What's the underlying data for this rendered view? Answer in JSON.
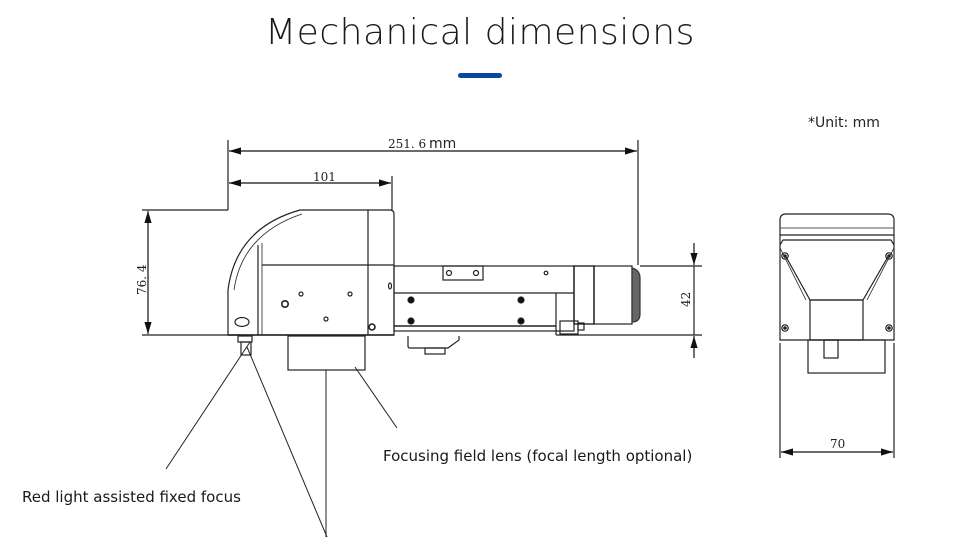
{
  "header": {
    "title": "Mechanical dimensions",
    "accent_color": "#0a47a0"
  },
  "unit_note": "*Unit: mm",
  "dimensions": {
    "overall_length_value": "251. 6",
    "overall_length_unit": "mm",
    "head_length": "101",
    "height": "76. 4",
    "body_height": "42",
    "width": "70"
  },
  "callouts": {
    "field_lens": "Focusing field lens (focal length optional)",
    "red_light": "Red light assisted fixed focus"
  },
  "views": {
    "side_view": "side-view",
    "end_view": "end-view"
  }
}
